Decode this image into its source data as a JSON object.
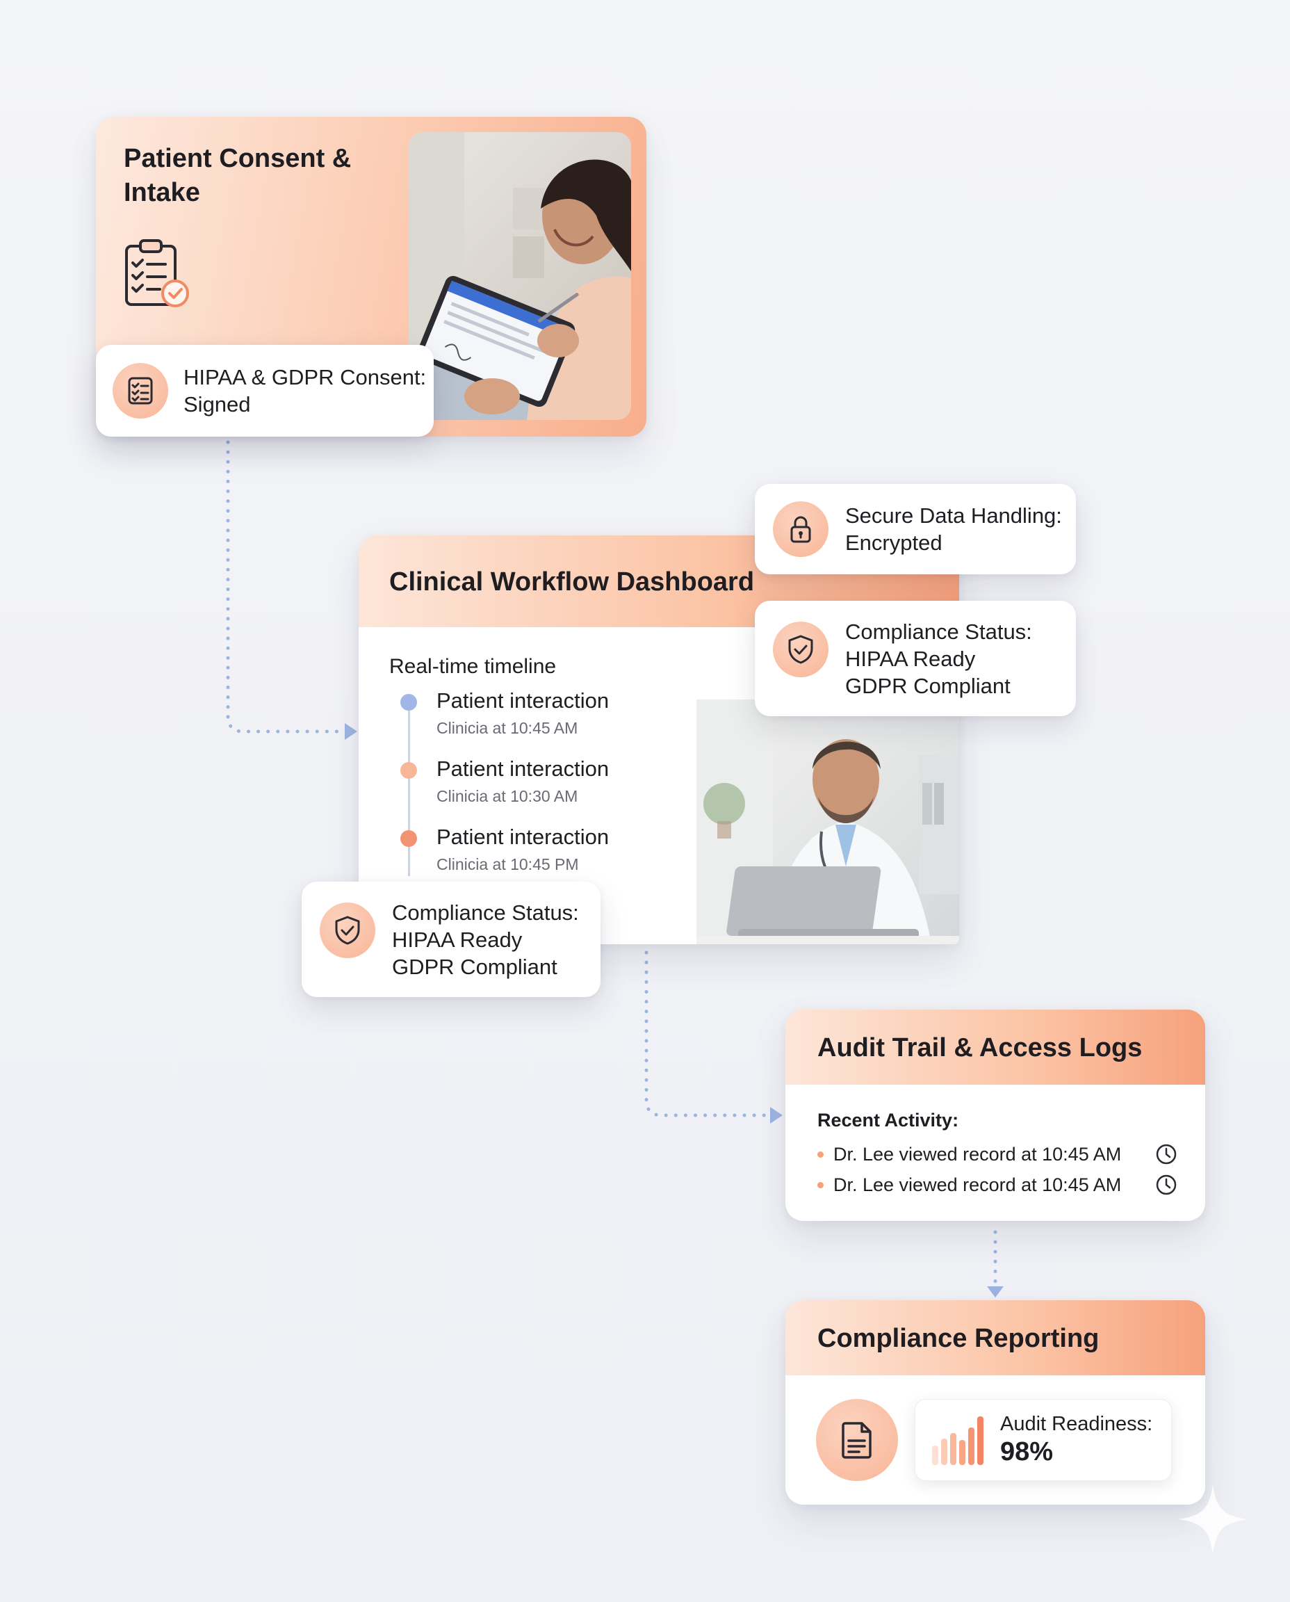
{
  "colors": {
    "accent": "#f6a17c",
    "accent_light": "#fde6d9",
    "connector": "#9db4e2",
    "dot_blue": "#9fb6e6",
    "dot_peach": "#f9b696",
    "dot_orange": "#f39271"
  },
  "intake": {
    "title_line1": "Patient Consent &",
    "title_line2": "Intake",
    "icon": "clipboard-check-icon",
    "consent_label": "HIPAA & GDPR Consent:",
    "consent_value": "Signed",
    "photo": "woman-signing-tablet-photo"
  },
  "security": {
    "icon": "lock-icon",
    "label": "Secure Data Handling:",
    "value": "Encrypted"
  },
  "compliance_top": {
    "icon": "shield-check-icon",
    "label": "Compliance Status:",
    "line1": "HIPAA Ready",
    "line2": "GDPR Compliant"
  },
  "dashboard": {
    "title": "Clinical Workflow Dashboard",
    "timeline_title": "Real-time timeline",
    "timeline": [
      {
        "title": "Patient interaction",
        "sub": "Clinicia at 10:45 AM"
      },
      {
        "title": "Patient interaction",
        "sub": "Clinicia at 10:30 AM"
      },
      {
        "title": "Patient interaction",
        "sub": "Clinicia at 10:45 PM"
      }
    ],
    "photo": "doctor-at-laptop-photo"
  },
  "compliance_bottom": {
    "icon": "shield-check-icon",
    "label": "Compliance Status:",
    "line1": "HIPAA Ready",
    "line2": "GDPR Compliant"
  },
  "audit": {
    "title": "Audit Trail & Access Logs",
    "recent_label": "Recent Activity:",
    "items": [
      {
        "text": "Dr. Lee viewed record at 10:45 AM",
        "icon": "clock-icon"
      },
      {
        "text": "Dr. Lee viewed record at 10:45 AM",
        "icon": "clock-icon"
      }
    ]
  },
  "reporting": {
    "title": "Compliance Reporting",
    "doc_icon": "document-icon",
    "chart_icon": "bar-chart-icon",
    "readiness_label": "Audit Readiness:",
    "readiness_value": "98%",
    "readiness_percent": 98
  }
}
